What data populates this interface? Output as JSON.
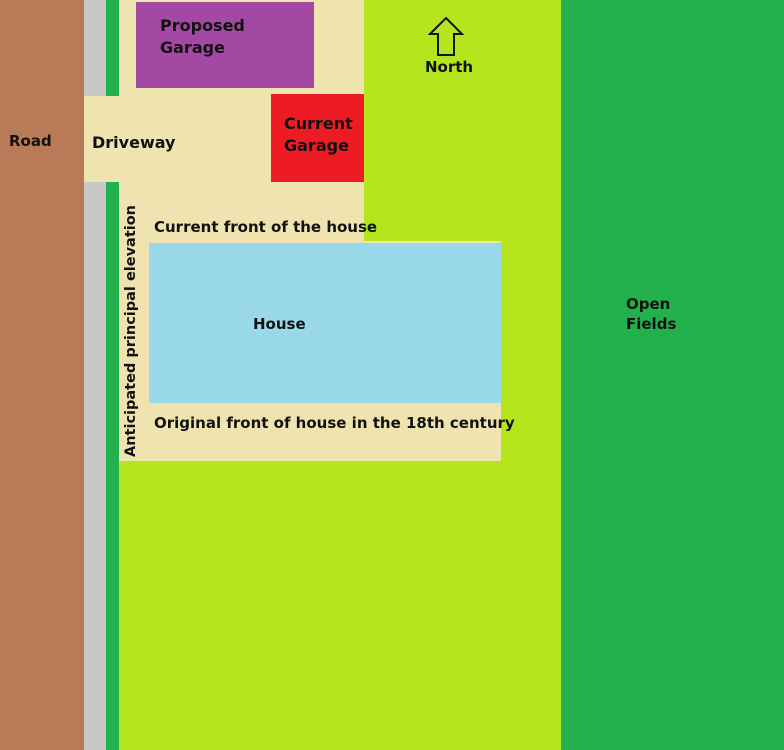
{
  "labels": {
    "road": "Road",
    "driveway": "Driveway",
    "proposed_garage_line1": "Proposed",
    "proposed_garage_line2": "Garage",
    "current_garage_line1": "Current",
    "current_garage_line2": "Garage",
    "north": "North",
    "current_front": "Current front of the house",
    "house": "House",
    "original_front": "Original front of house in the 18th century",
    "open_fields_line1": "Open",
    "open_fields_line2": "Fields",
    "anticipated_elevation": "Anticipated principal elevation"
  },
  "colors": {
    "road": "#b97a57",
    "pavement": "#c8c8c8",
    "hedge": "#22b14c",
    "lawn": "#b5e61d",
    "driveway": "#efe4b0",
    "proposed_garage": "#a349a4",
    "current_garage": "#ed1c24",
    "house": "#99d9ea",
    "open_fields": "#22b14c"
  }
}
